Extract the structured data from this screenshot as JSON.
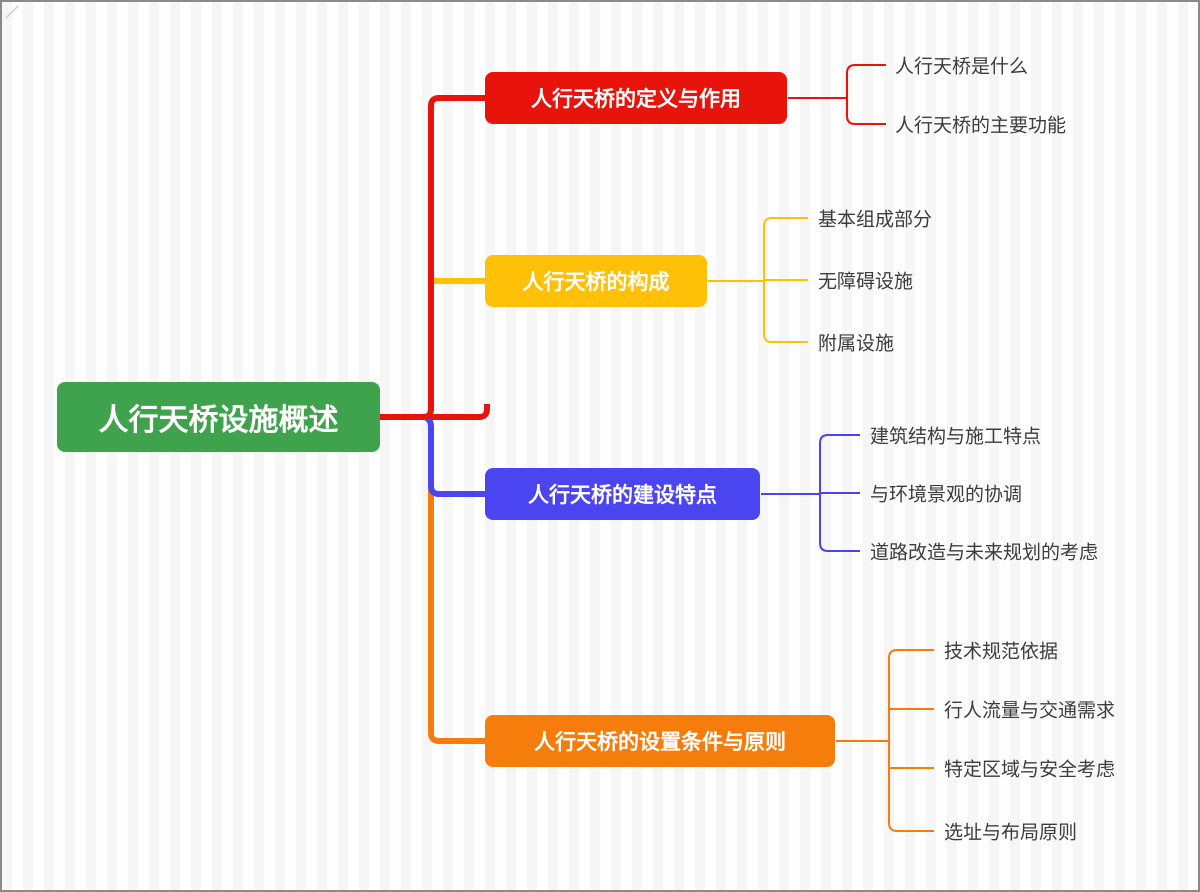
{
  "canvas": {
    "stripe_light": "#fefefe",
    "stripe_dark": "#f6f6f7",
    "border_color": "#8a8a8a",
    "child_text_color": "#3c3c3c",
    "node_text_color": "#ffffff"
  },
  "mindmap": {
    "root": {
      "label": "人行天桥设施概述",
      "color": "#3fa24c"
    },
    "branches": [
      {
        "label": "人行天桥的定义与作用",
        "color": "#e8140c",
        "children": [
          {
            "label": "人行天桥是什么"
          },
          {
            "label": "人行天桥的主要功能"
          }
        ]
      },
      {
        "label": "人行天桥的构成",
        "color": "#ffc107",
        "children": [
          {
            "label": "基本组成部分"
          },
          {
            "label": "无障碍设施"
          },
          {
            "label": "附属设施"
          }
        ]
      },
      {
        "label": "人行天桥的建设特点",
        "color": "#4a45f0",
        "children": [
          {
            "label": "建筑结构与施工特点"
          },
          {
            "label": "与环境景观的协调"
          },
          {
            "label": "道路改造与未来规划的考虑"
          }
        ]
      },
      {
        "label": "人行天桥的设置条件与原则",
        "color": "#f67d0c",
        "children": [
          {
            "label": "技术规范依据"
          },
          {
            "label": "行人流量与交通需求"
          },
          {
            "label": "特定区域与安全考虑"
          },
          {
            "label": "选址与布局原则"
          }
        ]
      }
    ]
  }
}
